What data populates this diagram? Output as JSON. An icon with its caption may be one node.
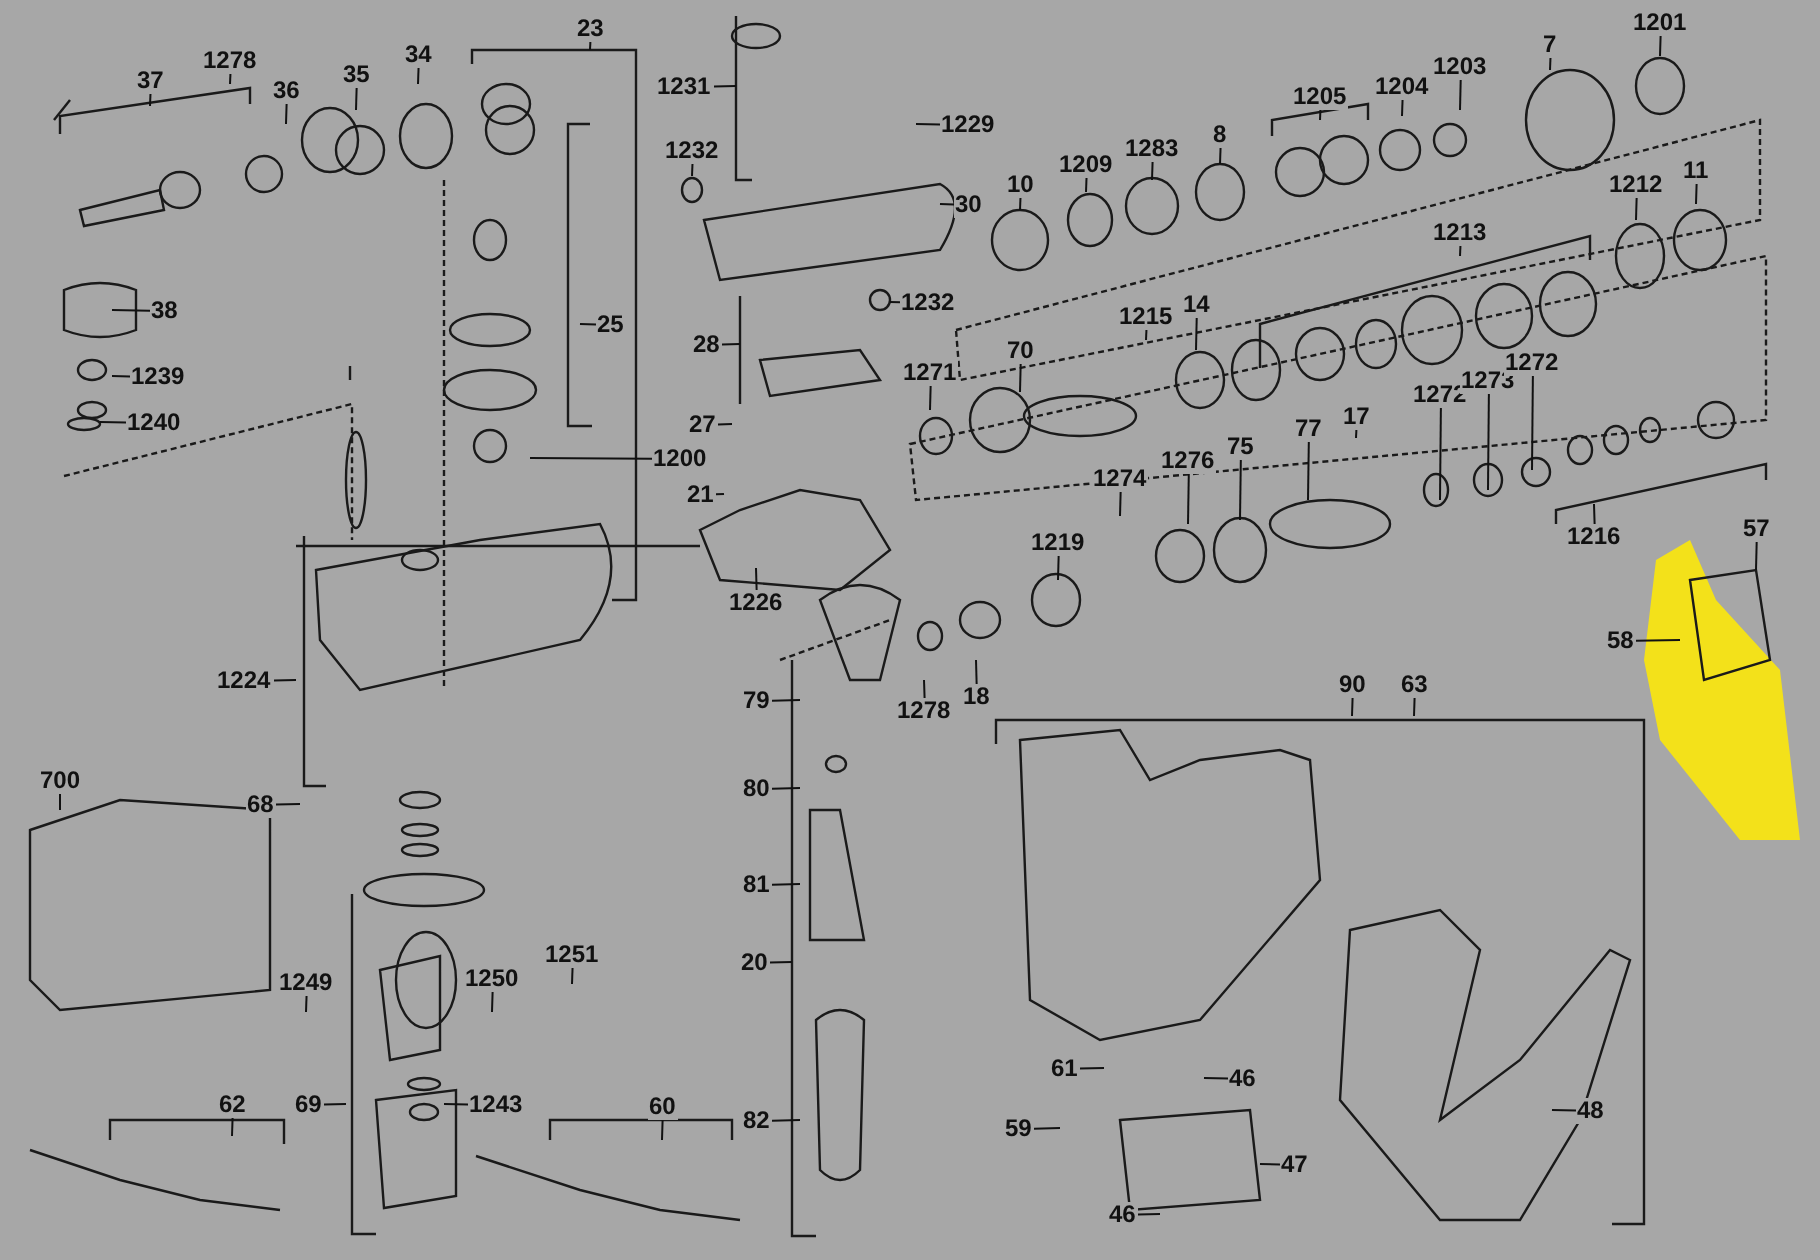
{
  "diagram": {
    "nodes": [
      {
        "text": [
          "37"
        ]
      },
      {
        "text": [
          "1278"
        ]
      },
      {
        "text": [
          "36"
        ]
      },
      {
        "text": [
          "35"
        ]
      },
      {
        "text": [
          "34"
        ]
      },
      {
        "text": [
          "23"
        ]
      },
      {
        "text": [
          "1231"
        ]
      },
      {
        "text": [
          "1229"
        ]
      },
      {
        "text": [
          "1232"
        ]
      },
      {
        "text": [
          "30"
        ]
      },
      {
        "text": [
          "10"
        ]
      },
      {
        "text": [
          "1209"
        ]
      },
      {
        "text": [
          "1283"
        ]
      },
      {
        "text": [
          "8"
        ]
      },
      {
        "text": [
          "1205"
        ]
      },
      {
        "text": [
          "1204"
        ]
      },
      {
        "text": [
          "1203"
        ]
      },
      {
        "text": [
          "7"
        ]
      },
      {
        "text": [
          "1201"
        ]
      },
      {
        "text": [
          "38"
        ]
      },
      {
        "text": [
          "1239"
        ]
      },
      {
        "text": [
          "1240"
        ]
      },
      {
        "text": [
          "25"
        ]
      },
      {
        "text": [
          "28"
        ]
      },
      {
        "text": [
          "1232"
        ]
      },
      {
        "text": [
          "1215"
        ]
      },
      {
        "text": [
          "14"
        ]
      },
      {
        "text": [
          "1271"
        ]
      },
      {
        "text": [
          "70"
        ]
      },
      {
        "text": [
          "1213"
        ]
      },
      {
        "text": [
          "1212"
        ]
      },
      {
        "text": [
          "11"
        ]
      },
      {
        "text": [
          "27"
        ]
      },
      {
        "text": [
          "21"
        ]
      },
      {
        "text": [
          "1200"
        ]
      },
      {
        "text": [
          "1226"
        ]
      },
      {
        "text": [
          "1219"
        ]
      },
      {
        "text": [
          "1274"
        ]
      },
      {
        "text": [
          "1276"
        ]
      },
      {
        "text": [
          "75"
        ]
      },
      {
        "text": [
          "77"
        ]
      },
      {
        "text": [
          "17"
        ]
      },
      {
        "text": [
          "1272"
        ]
      },
      {
        "text": [
          "1273"
        ]
      },
      {
        "text": [
          "1272"
        ]
      },
      {
        "text": [
          "1216"
        ]
      },
      {
        "text": [
          "1224"
        ]
      },
      {
        "text": [
          "79"
        ]
      },
      {
        "text": [
          "1278"
        ]
      },
      {
        "text": [
          "18"
        ]
      },
      {
        "text": [
          "58"
        ]
      },
      {
        "text": [
          "57"
        ]
      },
      {
        "text": [
          "90"
        ]
      },
      {
        "text": [
          "63"
        ]
      },
      {
        "text": [
          "700"
        ]
      },
      {
        "text": [
          "68"
        ]
      },
      {
        "text": [
          "80"
        ]
      },
      {
        "text": [
          "81"
        ]
      },
      {
        "text": [
          "20"
        ]
      },
      {
        "text": [
          "1249"
        ]
      },
      {
        "text": [
          "1250"
        ]
      },
      {
        "text": [
          "1251"
        ]
      },
      {
        "text": [
          "69"
        ]
      },
      {
        "text": [
          "1243"
        ]
      },
      {
        "text": [
          "62"
        ]
      },
      {
        "text": [
          "60"
        ]
      },
      {
        "text": [
          "82"
        ]
      },
      {
        "text": [
          "61"
        ]
      },
      {
        "text": [
          "46"
        ]
      },
      {
        "text": [
          "59"
        ]
      },
      {
        "text": [
          "47"
        ]
      },
      {
        "text": [
          "46"
        ]
      },
      {
        "text": [
          "48"
        ]
      }
    ],
    "edges": [
      {
        "from": 0,
        "to": null,
        "arrow": "none"
      },
      {
        "from": 1,
        "to": null,
        "arrow": "none"
      },
      {
        "from": 2,
        "to": null,
        "arrow": "none"
      },
      {
        "from": 3,
        "to": null,
        "arrow": "none"
      },
      {
        "from": 4,
        "to": null,
        "arrow": "none"
      },
      {
        "from": 5,
        "to": null,
        "arrow": "none"
      },
      {
        "from": 6,
        "to": null,
        "arrow": "none"
      },
      {
        "from": 7,
        "to": null,
        "arrow": "none"
      },
      {
        "from": 8,
        "to": null,
        "arrow": "none"
      },
      {
        "from": 9,
        "to": null,
        "arrow": "none"
      },
      {
        "from": 10,
        "to": null,
        "arrow": "none"
      },
      {
        "from": 11,
        "to": null,
        "arrow": "none"
      },
      {
        "from": 12,
        "to": null,
        "arrow": "none"
      },
      {
        "from": 13,
        "to": null,
        "arrow": "none"
      },
      {
        "from": 14,
        "to": null,
        "arrow": "none"
      },
      {
        "from": 15,
        "to": null,
        "arrow": "none"
      },
      {
        "from": 16,
        "to": null,
        "arrow": "none"
      },
      {
        "from": 17,
        "to": null,
        "arrow": "none"
      },
      {
        "from": 18,
        "to": null,
        "arrow": "none"
      },
      {
        "from": 19,
        "to": null,
        "arrow": "none"
      },
      {
        "from": 20,
        "to": null,
        "arrow": "none"
      },
      {
        "from": 21,
        "to": null,
        "arrow": "none"
      },
      {
        "from": 22,
        "to": null,
        "arrow": "none"
      },
      {
        "from": 23,
        "to": null,
        "arrow": "none"
      },
      {
        "from": 24,
        "to": null,
        "arrow": "none"
      },
      {
        "from": 25,
        "to": null,
        "arrow": "none"
      },
      {
        "from": 26,
        "to": null,
        "arrow": "none"
      },
      {
        "from": 27,
        "to": null,
        "arrow": "none"
      },
      {
        "from": 28,
        "to": null,
        "arrow": "none"
      },
      {
        "from": 29,
        "to": null,
        "arrow": "none"
      },
      {
        "from": 30,
        "to": null,
        "arrow": "none"
      },
      {
        "from": 31,
        "to": null,
        "arrow": "none"
      },
      {
        "from": 32,
        "to": null,
        "arrow": "none"
      },
      {
        "from": 33,
        "to": null,
        "arrow": "none"
      },
      {
        "from": 34,
        "to": null,
        "arrow": "none"
      },
      {
        "from": 35,
        "to": null,
        "arrow": "none"
      },
      {
        "from": 36,
        "to": null,
        "arrow": "none"
      },
      {
        "from": 37,
        "to": null,
        "arrow": "none"
      },
      {
        "from": 38,
        "to": null,
        "arrow": "none"
      },
      {
        "from": 39,
        "to": null,
        "arrow": "none"
      },
      {
        "from": 40,
        "to": null,
        "arrow": "none"
      },
      {
        "from": 41,
        "to": null,
        "arrow": "none"
      },
      {
        "from": 42,
        "to": null,
        "arrow": "none"
      },
      {
        "from": 43,
        "to": null,
        "arrow": "none"
      },
      {
        "from": 44,
        "to": null,
        "arrow": "none"
      },
      {
        "from": 45,
        "to": null,
        "arrow": "none"
      },
      {
        "from": 46,
        "to": null,
        "arrow": "none"
      },
      {
        "from": 47,
        "to": null,
        "arrow": "none"
      },
      {
        "from": 48,
        "to": null,
        "arrow": "none"
      },
      {
        "from": 49,
        "to": null,
        "arrow": "none"
      },
      {
        "from": 50,
        "to": null,
        "arrow": "none"
      },
      {
        "from": 51,
        "to": null,
        "arrow": "none"
      },
      {
        "from": 52,
        "to": null,
        "arrow": "none"
      },
      {
        "from": 53,
        "to": null,
        "arrow": "none"
      },
      {
        "from": 54,
        "to": null,
        "arrow": "none"
      },
      {
        "from": 55,
        "to": null,
        "arrow": "none"
      },
      {
        "from": 56,
        "to": null,
        "arrow": "none"
      },
      {
        "from": 57,
        "to": null,
        "arrow": "none"
      },
      {
        "from": 58,
        "to": null,
        "arrow": "none"
      },
      {
        "from": 59,
        "to": null,
        "arrow": "none"
      },
      {
        "from": 60,
        "to": null,
        "arrow": "none"
      },
      {
        "from": 61,
        "to": null,
        "arrow": "none"
      },
      {
        "from": 62,
        "to": null,
        "arrow": "none"
      },
      {
        "from": 63,
        "to": null,
        "arrow": "none"
      },
      {
        "from": 64,
        "to": null,
        "arrow": "none"
      },
      {
        "from": 65,
        "to": null,
        "arrow": "none"
      },
      {
        "from": 66,
        "to": null,
        "arrow": "none"
      },
      {
        "from": 67,
        "to": null,
        "arrow": "none"
      },
      {
        "from": 68,
        "to": null,
        "arrow": "none"
      },
      {
        "from": 69,
        "to": null,
        "arrow": "none"
      },
      {
        "from": 70,
        "to": null,
        "arrow": "none"
      },
      {
        "from": 71,
        "to": null,
        "arrow": "none"
      },
      {
        "from": 72,
        "to": null,
        "arrow": "none"
      }
    ]
  }
}
